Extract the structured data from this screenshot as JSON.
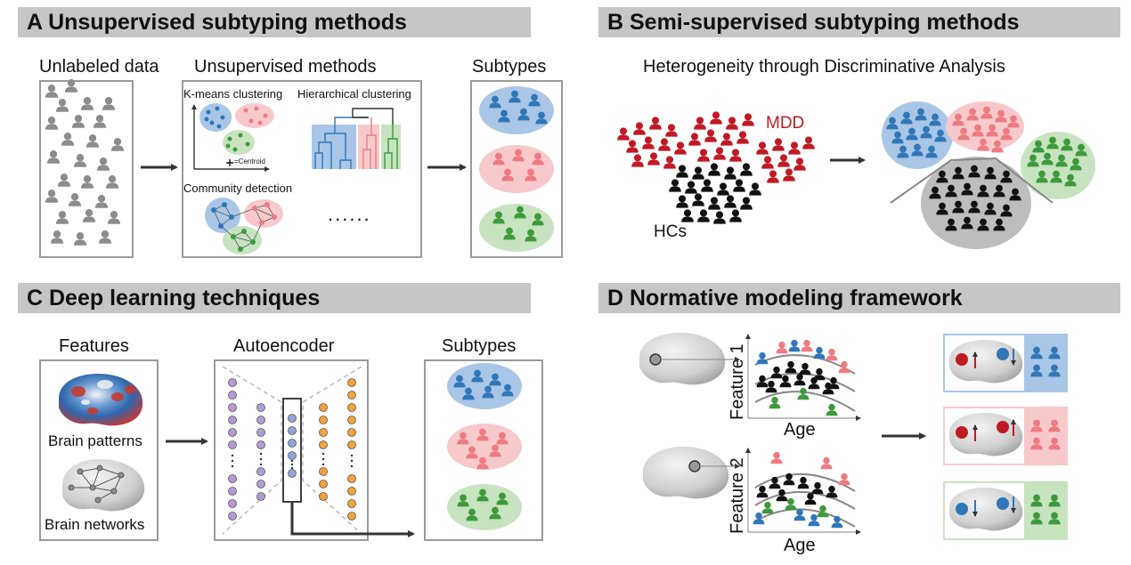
{
  "panels": {
    "a": {
      "title": "A Unsupervised subtyping methods",
      "unlabeled": "Unlabeled data",
      "methods": "Unsupervised methods",
      "subtypes": "Subtypes",
      "kmeans": "K-means clustering",
      "hier": "Hierarchical clustering",
      "centroid": "=Centroid",
      "community": "Community  detection",
      "dots": "......"
    },
    "b": {
      "title": "B Semi-supervised subtyping methods",
      "subtitle": "Heterogeneity through Discriminative Analysis",
      "mdd": "MDD",
      "hcs": "HCs"
    },
    "c": {
      "title": "C Deep learning techniques",
      "features": "Features",
      "autoencoder": "Autoencoder",
      "subtypes": "Subtypes",
      "patterns": "Brain patterns",
      "networks": "Brain networks"
    },
    "d": {
      "title": "D Normative modeling framework",
      "feature1": "Feature 1",
      "feature2": "Feature 2",
      "age1": "Age",
      "age2": "Age"
    }
  },
  "colors": {
    "blue": "#2f77b8",
    "red": "#c01a24",
    "pink": "#ee7b82",
    "green": "#3d9a3a",
    "gray": "#8c8c8c",
    "black": "#111111",
    "blue_bg": "#a9c6e6",
    "pink_bg": "#f7c9cb",
    "green_bg": "#c7e3c0",
    "gray_bg": "#bdbdbd",
    "purple": "#b49ad6",
    "orange": "#f2a33a",
    "banner": "#c6c6c6"
  }
}
